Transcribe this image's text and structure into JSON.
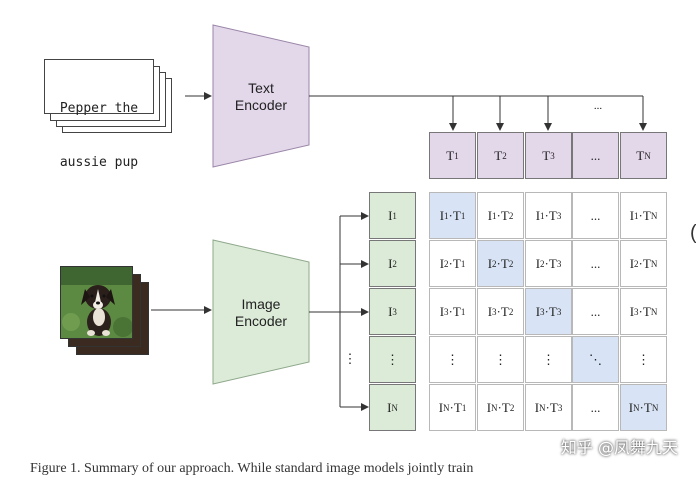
{
  "input_text": [
    "Pepper the",
    "aussie pup"
  ],
  "text_encoder_label": [
    "Text",
    "Encoder"
  ],
  "image_encoder_label": [
    "Image",
    "Encoder"
  ],
  "text_tokens": [
    {
      "base": "T",
      "sub": "1"
    },
    {
      "base": "T",
      "sub": "2"
    },
    {
      "base": "T",
      "sub": "3"
    },
    {
      "base": "...",
      "sub": ""
    },
    {
      "base": "T",
      "sub": "N"
    }
  ],
  "top_ellipsis": "...",
  "image_tokens": [
    {
      "base": "I",
      "sub": "1"
    },
    {
      "base": "I",
      "sub": "2"
    },
    {
      "base": "I",
      "sub": "3"
    },
    {
      "base": "⋮",
      "sub": ""
    },
    {
      "base": "I",
      "sub": "N"
    }
  ],
  "side_ellipsis": "⋮",
  "matrix": [
    [
      "I1·T1",
      "I1·T2",
      "I1·T3",
      "...",
      "I1·TN"
    ],
    [
      "I2·T1",
      "I2·T2",
      "I2·T3",
      "...",
      "I2·TN"
    ],
    [
      "I3·T1",
      "I3·T2",
      "I3·T3",
      "...",
      "I3·TN"
    ],
    [
      "⋮",
      "⋮",
      "⋮",
      "⋱",
      "⋮"
    ],
    [
      "IN·T1",
      "IN·T2",
      "IN·T3",
      "...",
      "IN·TN"
    ]
  ],
  "colors": {
    "text_encoder": "#e3d7ea",
    "image_encoder": "#dcebd8",
    "diagonal": "#d8e4f5"
  },
  "watermark": "知乎 @凤舞九天",
  "edge_glyph": "(",
  "caption": "Figure 1. Summary of our approach. While standard image models jointly train"
}
